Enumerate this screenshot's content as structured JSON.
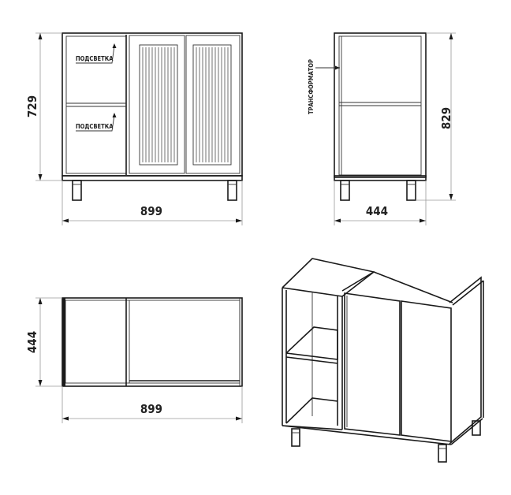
{
  "views": {
    "front": {
      "width_label": "899",
      "height_label": "729",
      "light_label_top": "ПОДСВЕТКА",
      "light_label_bottom": "ПОДСВЕТКА"
    },
    "side": {
      "depth_label": "444",
      "height_label": "829",
      "transformer_label": "ТРАНСФОРМАТОР"
    },
    "top": {
      "width_label": "899",
      "depth_label": "444"
    }
  },
  "colors": {
    "line": "#1a1a1a",
    "dimension": "#9a9a9a"
  }
}
